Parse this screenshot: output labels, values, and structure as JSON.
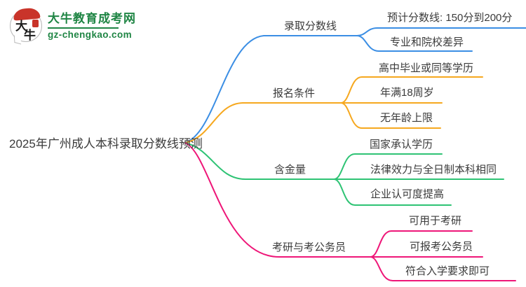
{
  "logo": {
    "icon_char1": "大",
    "icon_char2": "牛",
    "title": "大牛教育成考网",
    "url": "gz-chengkao.com",
    "brand_color": "#1f8544"
  },
  "root": {
    "label": "2025年广州成人本科录取分数线预测"
  },
  "branches": [
    {
      "label": "录取分数线",
      "color": "#3b8ee4",
      "children": [
        "预计分数线: 150分到200分",
        "专业和院校差异"
      ]
    },
    {
      "label": "报名条件",
      "color": "#f6a81f",
      "children": [
        "高中毕业或同等学历",
        "年满18周岁",
        "无年龄上限"
      ]
    },
    {
      "label": "含金量",
      "color": "#2ec374",
      "children": [
        "国家承认学历",
        "法律效力与全日制本科相同",
        "企业认可度提高"
      ]
    },
    {
      "label": "考研与考公务员",
      "color": "#ee1678",
      "children": [
        "可用于考研",
        "可报考公务员",
        "符合入学要求即可"
      ]
    }
  ]
}
